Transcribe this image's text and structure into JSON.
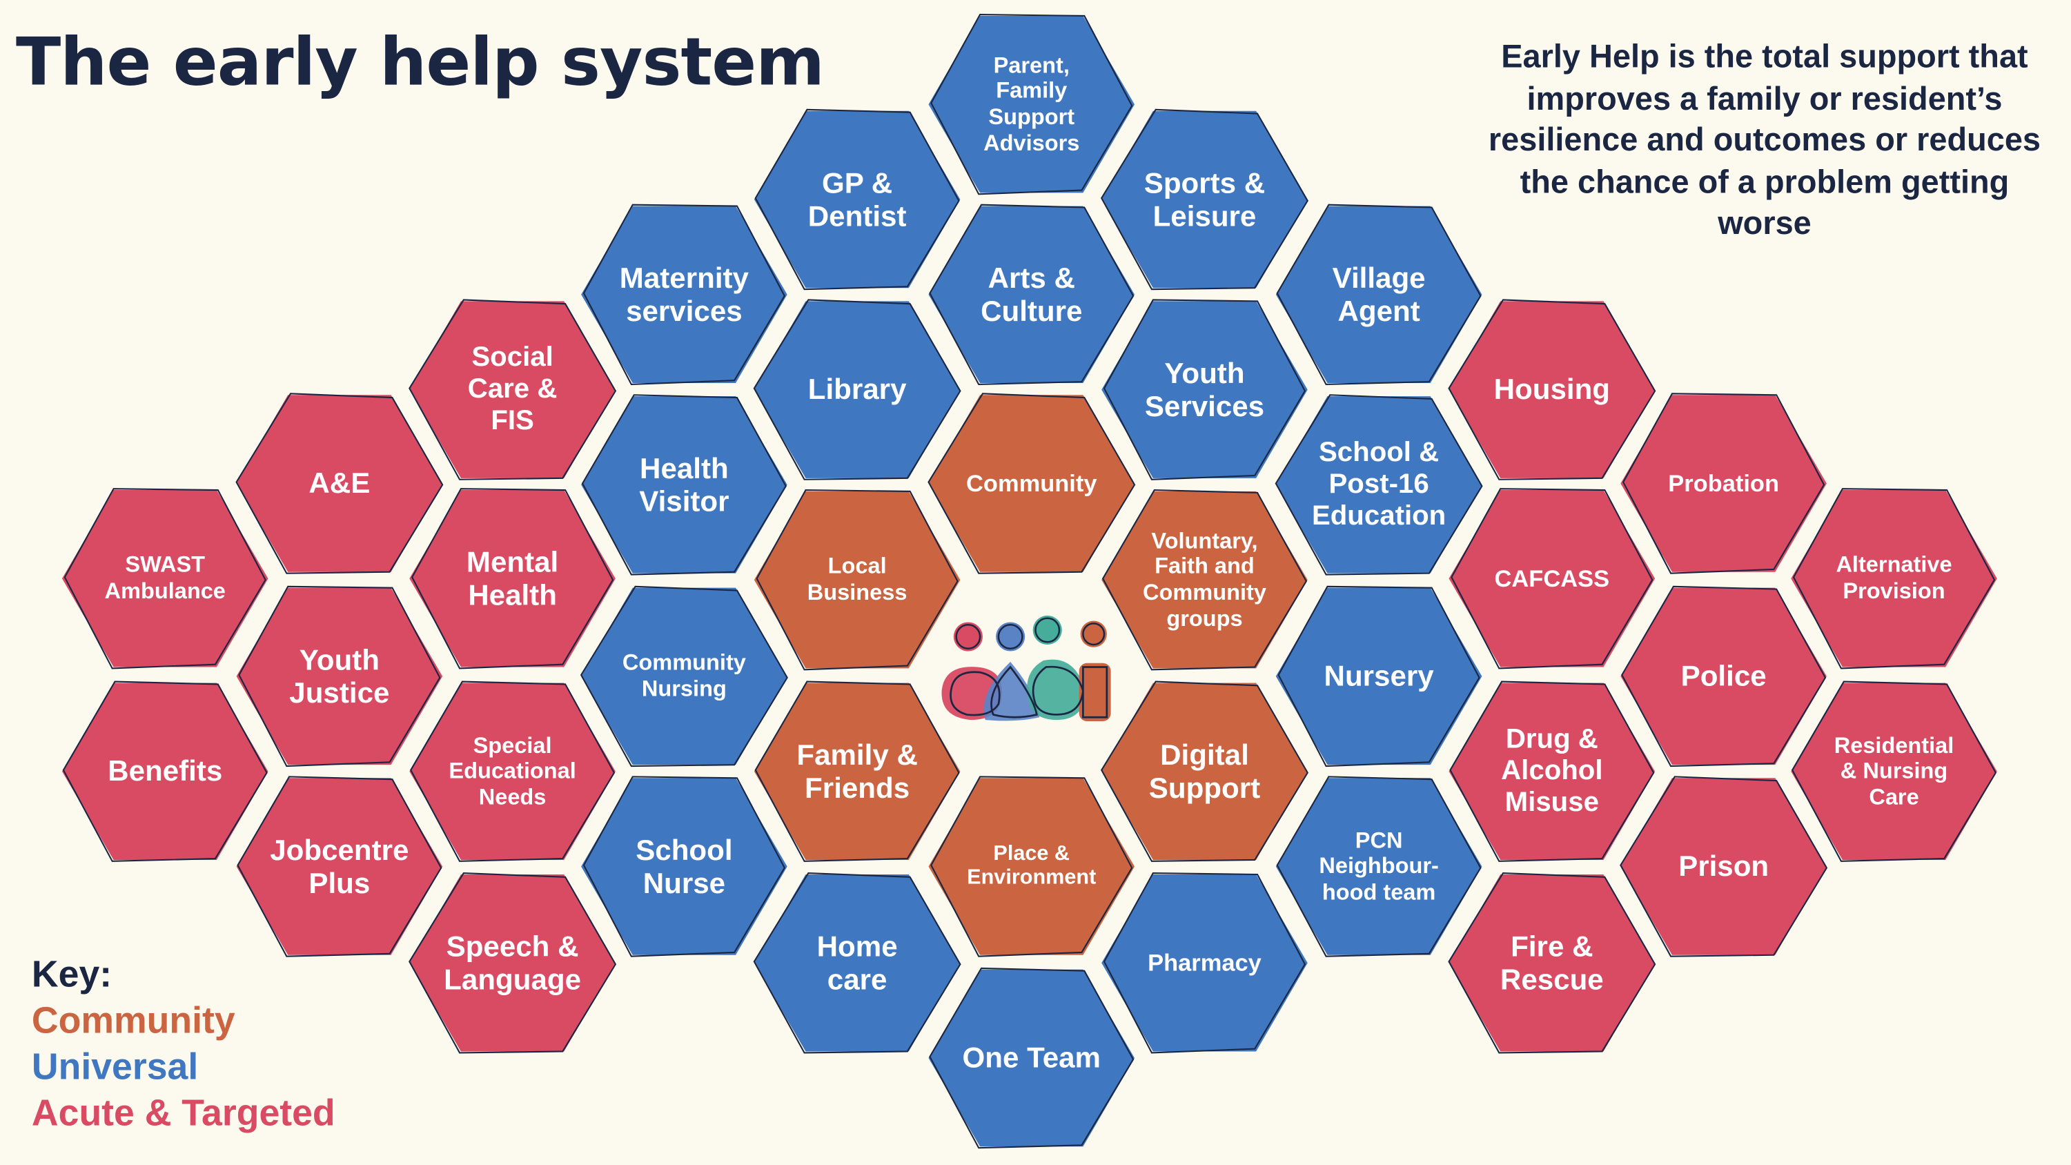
{
  "title": "The early help system",
  "intro": "Early Help is the total support that improves a family or resident’s resilience and outcomes or reduces the chance of a problem getting worse",
  "colors": {
    "community": "#cb6440",
    "universal": "#3f78c0",
    "acute": "#d94a63",
    "outline": "#1b2642",
    "background": "#fcf9ee"
  },
  "key": {
    "heading": "Key:",
    "community": "Community",
    "universal": "Universal",
    "acute": "Acute & Targeted"
  },
  "hexes": [
    {
      "label": "SWAST\nAmbulance",
      "type": "acute"
    },
    {
      "label": "Benefits",
      "type": "acute"
    },
    {
      "label": "A&E",
      "type": "acute"
    },
    {
      "label": "Youth\nJustice",
      "type": "acute"
    },
    {
      "label": "Jobcentre\nPlus",
      "type": "acute"
    },
    {
      "label": "Social\nCare &\nFIS",
      "type": "acute"
    },
    {
      "label": "Mental\nHealth",
      "type": "acute"
    },
    {
      "label": "Special\nEducational\nNeeds",
      "type": "acute"
    },
    {
      "label": "Speech &\nLanguage",
      "type": "acute"
    },
    {
      "label": "Maternity\nservices",
      "type": "universal"
    },
    {
      "label": "Health\nVisitor",
      "type": "universal"
    },
    {
      "label": "Community\nNursing",
      "type": "universal"
    },
    {
      "label": "School\nNurse",
      "type": "universal"
    },
    {
      "label": "GP &\nDentist",
      "type": "universal"
    },
    {
      "label": "Library",
      "type": "universal"
    },
    {
      "label": "Local\nBusiness",
      "type": "community"
    },
    {
      "label": "Family &\nFriends",
      "type": "community"
    },
    {
      "label": "Home\ncare",
      "type": "universal"
    },
    {
      "label": "Parent,\nFamily\nSupport\nAdvisors",
      "type": "universal"
    },
    {
      "label": "Arts &\nCulture",
      "type": "universal"
    },
    {
      "label": "Community",
      "type": "community"
    },
    {
      "label": "Place &\nEnvironment",
      "type": "community"
    },
    {
      "label": "One Team",
      "type": "universal"
    },
    {
      "label": "Sports &\nLeisure",
      "type": "universal"
    },
    {
      "label": "Youth\nServices",
      "type": "universal"
    },
    {
      "label": "Voluntary,\nFaith and\nCommunity\ngroups",
      "type": "community"
    },
    {
      "label": "Digital\nSupport",
      "type": "community"
    },
    {
      "label": "Pharmacy",
      "type": "universal"
    },
    {
      "label": "Village\nAgent",
      "type": "universal"
    },
    {
      "label": "School &\nPost-16\nEducation",
      "type": "universal"
    },
    {
      "label": "Nursery",
      "type": "universal"
    },
    {
      "label": "PCN\nNeighbour-\nhood team",
      "type": "universal"
    },
    {
      "label": "Housing",
      "type": "acute"
    },
    {
      "label": "CAFCASS",
      "type": "acute"
    },
    {
      "label": "Drug &\nAlcohol\nMisuse",
      "type": "acute"
    },
    {
      "label": "Fire &\nRescue",
      "type": "acute"
    },
    {
      "label": "Probation",
      "type": "acute"
    },
    {
      "label": "Police",
      "type": "acute"
    },
    {
      "label": "Prison",
      "type": "acute"
    },
    {
      "label": "Alternative\nProvision",
      "type": "acute"
    },
    {
      "label": "Residential\n& Nursing\nCare",
      "type": "acute"
    }
  ]
}
